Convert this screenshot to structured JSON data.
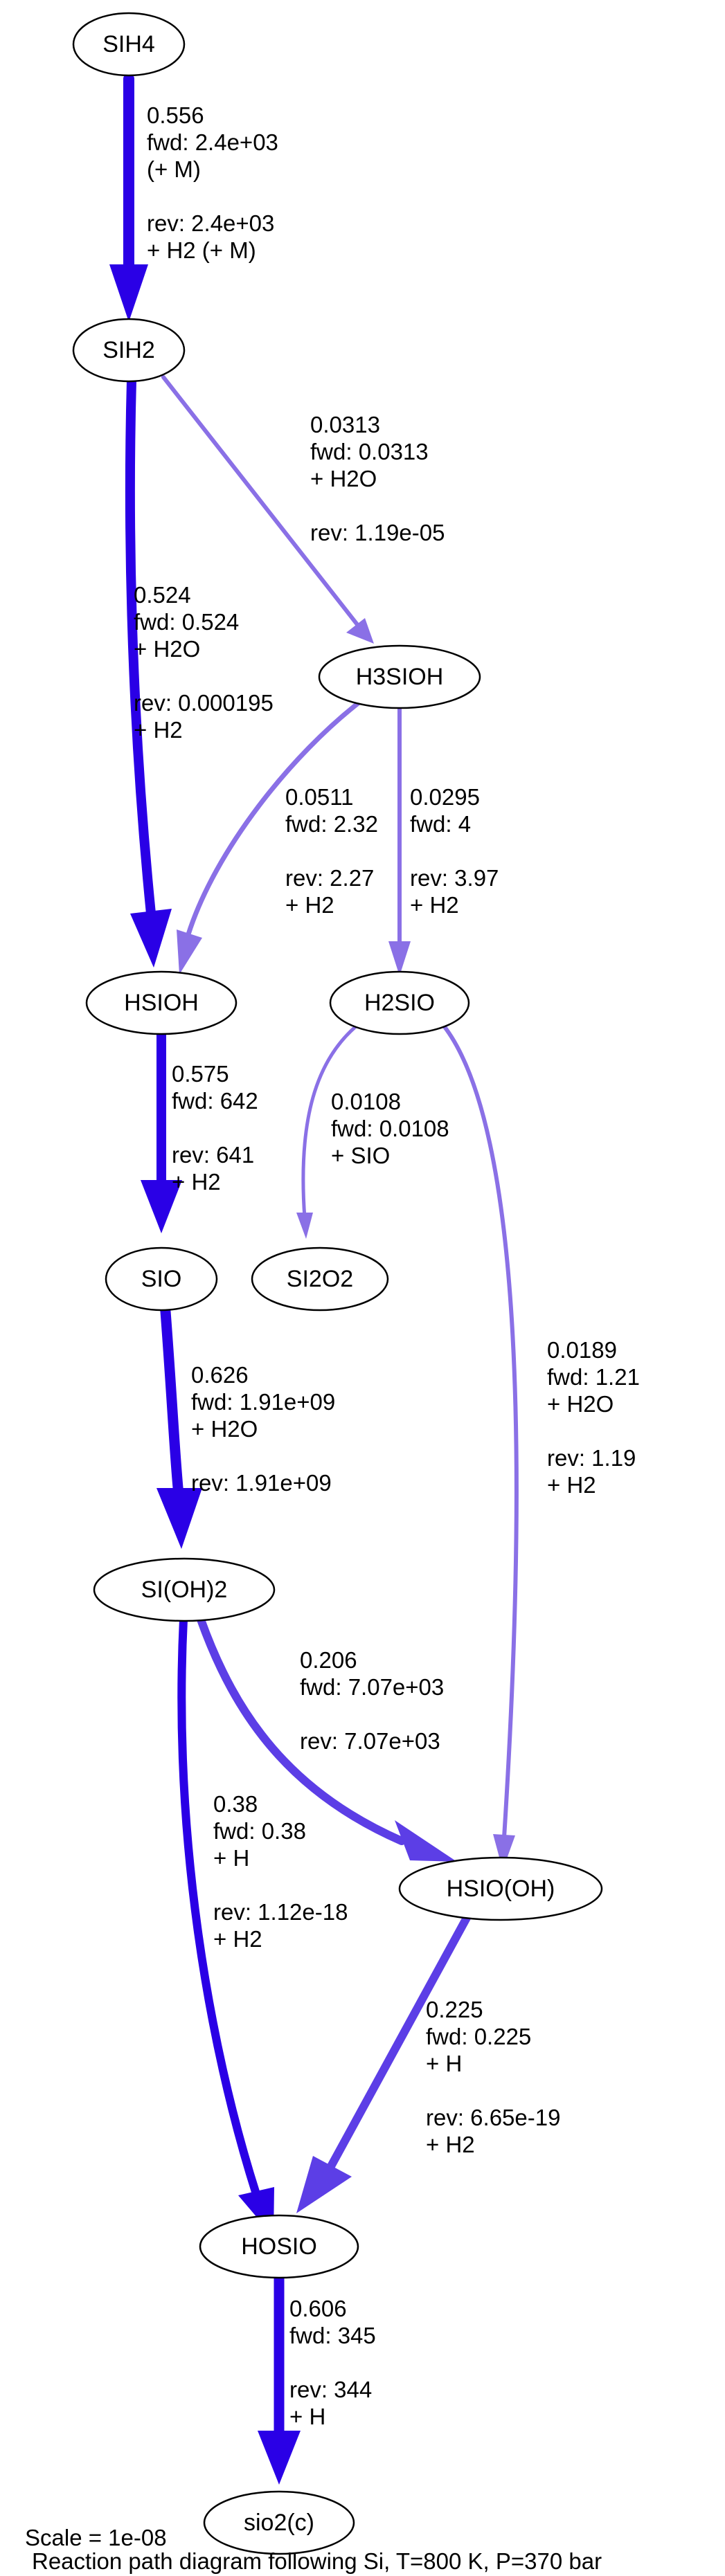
{
  "colors": {
    "c1": "#2a00e6",
    "c2": "#5c3ee6",
    "c3": "#8a70e6",
    "node_border": "#000000",
    "background": "#ffffff"
  },
  "nodes": {
    "sih4": "SIH4",
    "sih2": "SIH2",
    "h3sioh": "H3SIOH",
    "hsioh": "HSIOH",
    "h2sio": "H2SIO",
    "sio": "SIO",
    "si2o2": "SI2O2",
    "sioh2": "SI(OH)2",
    "hsiooh": "HSIO(OH)",
    "hosio": "HOSIO",
    "sio2c": "sio2(c)"
  },
  "edges": {
    "sih4_sih2": [
      "0.556",
      "fwd: 2.4e+03",
      "(+ M)",
      "",
      "rev: 2.4e+03",
      "+ H2 (+ M)"
    ],
    "sih2_h3sioh": [
      "0.0313",
      "fwd: 0.0313",
      "+ H2O",
      "",
      "rev: 1.19e-05"
    ],
    "sih2_hsioh": [
      "0.524",
      "fwd: 0.524",
      "+ H2O",
      "",
      "rev: 0.000195",
      "+ H2"
    ],
    "h3sioh_hsioh": [
      "0.0511",
      "fwd: 2.32",
      "",
      "rev: 2.27",
      "+ H2"
    ],
    "h3sioh_h2sio": [
      "0.0295",
      "fwd: 4",
      "",
      "rev: 3.97",
      "+ H2"
    ],
    "hsioh_sio": [
      "0.575",
      "fwd: 642",
      "",
      "rev: 641",
      "+ H2"
    ],
    "h2sio_si2o2": [
      "0.0108",
      "fwd: 0.0108",
      "+ SIO"
    ],
    "h2sio_hsiooh": [
      "0.0189",
      "fwd: 1.21",
      "+ H2O",
      "",
      "rev: 1.19",
      "+ H2"
    ],
    "sio_sioh2": [
      "0.626",
      "fwd: 1.91e+09",
      "+ H2O",
      "",
      "rev: 1.91e+09"
    ],
    "sioh2_hsiooh": [
      "0.206",
      "fwd: 7.07e+03",
      "",
      "rev: 7.07e+03"
    ],
    "sioh2_hosio": [
      "0.38",
      "fwd: 0.38",
      "+ H",
      "",
      "rev: 1.12e-18",
      "+ H2"
    ],
    "hsiooh_hosio": [
      "0.225",
      "fwd: 0.225",
      "+ H",
      "",
      "rev: 6.65e-19",
      "+ H2"
    ],
    "hosio_sio2c": [
      "0.606",
      "fwd: 345",
      "",
      "rev: 344",
      "+ H"
    ]
  },
  "footer": {
    "scale": "Scale = 1e-08",
    "caption": "Reaction path diagram following Si, T=800 K, P=370 bar"
  }
}
